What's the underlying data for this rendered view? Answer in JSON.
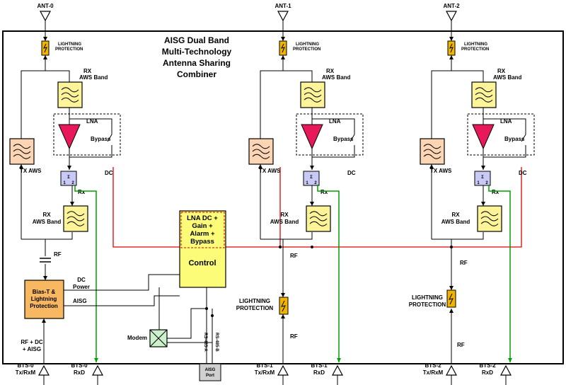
{
  "title": [
    "AISG Dual Band",
    "Multi-Technology",
    "Antenna Sharing",
    "Combiner"
  ],
  "antennas": [
    "ANT-0",
    "ANT-1",
    "ANT-2"
  ],
  "lightning_small": [
    "LIGHTNING",
    "PROTECTION"
  ],
  "rx_aws_band": [
    "RX",
    "AWS Band"
  ],
  "lna": "LNA",
  "bypass": "Bypass",
  "tx_aws": "TX AWS",
  "dc": "DC",
  "rx": "Rx",
  "splitter_sigma": "Σ",
  "splitter_ports": [
    "1",
    "2"
  ],
  "rf": "RF",
  "control_top": [
    "LNA DC +",
    "Gain +",
    "Alarm +",
    "Bypass"
  ],
  "control_label": "Control",
  "bias_t": [
    "Bias-T &",
    "Lightning",
    "Protection"
  ],
  "dc_power": [
    "DC",
    "Power"
  ],
  "aisg": "AISG",
  "modem": "Modem",
  "rs485": [
    "RS-485-A",
    "RS-485-B"
  ],
  "aisg_port": [
    "AISG",
    "Port"
  ],
  "rf_dc_aisg": [
    "RF + DC",
    "+ AISG"
  ],
  "lightning_big": [
    "LIGHTNING",
    "PROTECTION"
  ],
  "bts": [
    {
      "name": "BTS-0",
      "type": "Tx/RxM"
    },
    {
      "name": "BTS-0",
      "type": "RxD"
    },
    {
      "name": "BTS-1",
      "type": "Tx/RxM"
    },
    {
      "name": "BTS-1",
      "type": "RxD"
    },
    {
      "name": "BTS-2",
      "type": "Tx/RxM"
    },
    {
      "name": "BTS-2",
      "type": "RxD"
    }
  ],
  "colors": {
    "filter": "#fdf49a",
    "tx_filter": "#fcd5b4",
    "lna": "#e8195a",
    "splitter": "#c9c9f5",
    "lightning": "#f0b400",
    "control": "#fcfc78",
    "bias_t": "#f8b862",
    "modem": "#ccf0cc",
    "dc_line": "#e00000",
    "rxd_line": "#00a000"
  }
}
